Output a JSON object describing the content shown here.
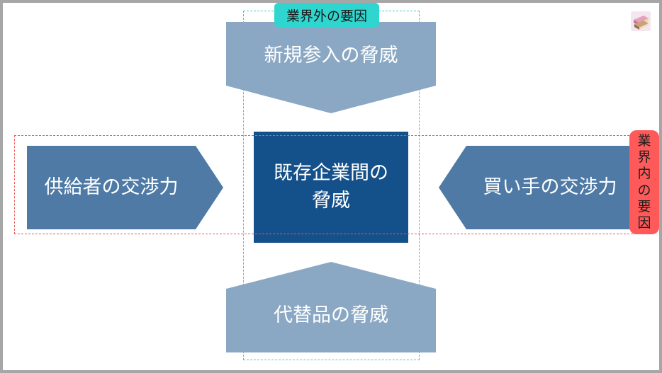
{
  "diagram": {
    "top": "新規参入の脅威",
    "center_line1": "既存企業間の",
    "center_line2": "脅威",
    "left": "供給者の交渉力",
    "right": "買い手の交渉力",
    "bottom": "代替品の脅威",
    "tag_external": "業界外の要因",
    "tag_internal_chars": [
      "業",
      "界",
      "内",
      "の",
      "要",
      "因"
    ]
  },
  "colors": {
    "light_blue": "#8aa8c4",
    "mid_blue": "#4e7aa5",
    "dark_blue": "#14508a",
    "cyan": "#2fd6cf",
    "red": "#ff5a5a"
  },
  "icons": {
    "corner": "books-icon"
  }
}
